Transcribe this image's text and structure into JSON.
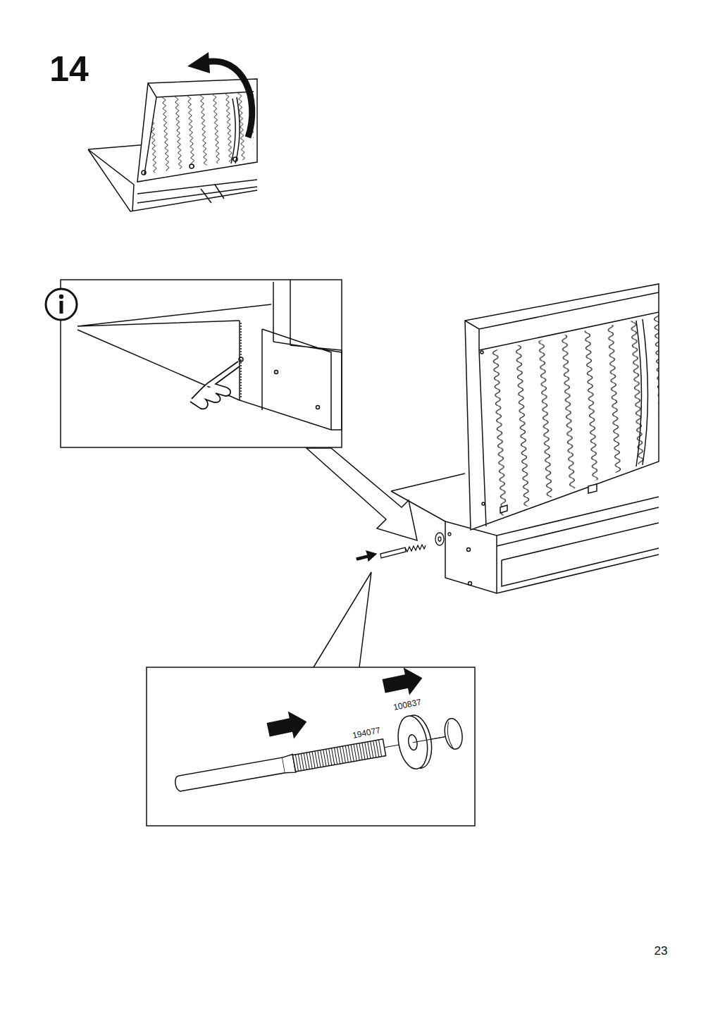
{
  "diagram": {
    "labels": [
      "14",
      "194077",
      "100837",
      "23"
    ]
  }
}
